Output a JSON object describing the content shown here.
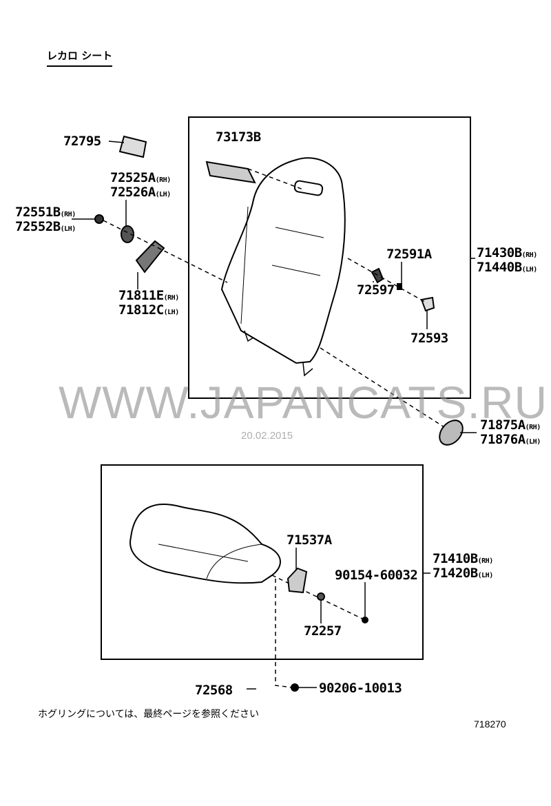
{
  "title": "レカロ シート",
  "watermark": "WWW.JAPANCATS.RU",
  "watermark_date": "20.02.2015",
  "note": "ホグリングについては、最終ページを参照ください",
  "diagram_ref": "718270",
  "parts": {
    "p72795": "72795",
    "p73173B": "73173B",
    "p72525A": "72525A",
    "p72525A_side": "(RH)",
    "p72526A": "72526A",
    "p72526A_side": "(LH)",
    "p72551B": "72551B",
    "p72551B_side": "(RH)",
    "p72552B": "72552B",
    "p72552B_side": "(LH)",
    "p71811E": "71811E",
    "p71811E_side": "(RH)",
    "p71812C": "71812C",
    "p71812C_side": "(LH)",
    "p72591A": "72591A",
    "p72597": "72597",
    "p72593": "72593",
    "p71430B": "71430B",
    "p71430B_side": "(RH)",
    "p71440B": "71440B",
    "p71440B_side": "(LH)",
    "p71875A": "71875A",
    "p71875A_side": "(RH)",
    "p71876A": "71876A",
    "p71876A_side": "(LH)",
    "p71537A": "71537A",
    "p90154": "90154-60032",
    "p71410B": "71410B",
    "p71410B_side": "(RH)",
    "p71420B": "71420B",
    "p71420B_side": "(LH)",
    "p72257": "72257",
    "p72568": "72568",
    "p90206": "90206-10013"
  }
}
